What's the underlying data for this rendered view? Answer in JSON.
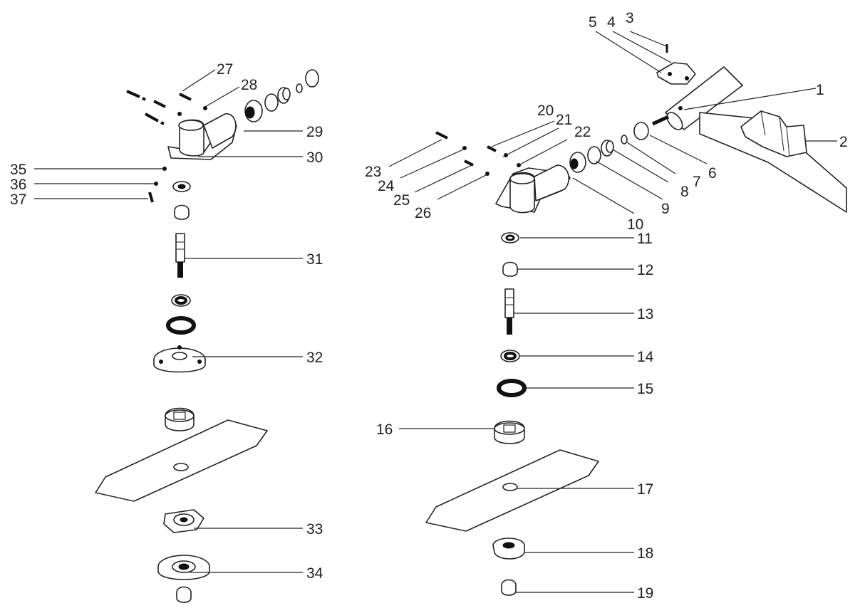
{
  "diagram": {
    "header_fragment": "",
    "callouts": {
      "c1": "1",
      "c2": "2",
      "c3": "3",
      "c4": "4",
      "c5": "5",
      "c6": "6",
      "c7": "7",
      "c8": "8",
      "c9": "9",
      "c10": "10",
      "c11": "11",
      "c12": "12",
      "c13": "13",
      "c14": "14",
      "c15": "15",
      "c16": "16",
      "c17": "17",
      "c18": "18",
      "c19": "19",
      "c20": "20",
      "c21": "21",
      "c22": "22",
      "c23": "23",
      "c24": "24",
      "c25": "25",
      "c26": "26",
      "c27": "27",
      "c28": "28",
      "c29": "29",
      "c30": "30",
      "c31": "31",
      "c32": "32",
      "c33": "33",
      "c34": "34",
      "c35": "35",
      "c36": "36",
      "c37": "37"
    }
  }
}
